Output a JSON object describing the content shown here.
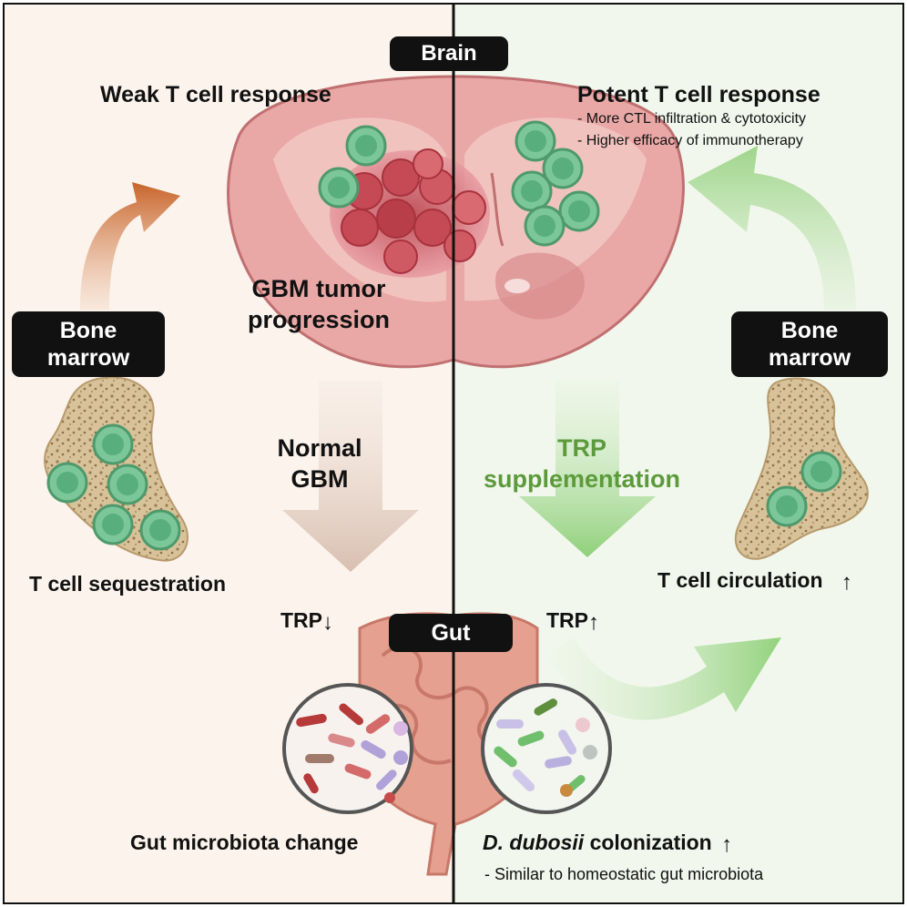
{
  "brain_label": "Brain",
  "gut_label": "Gut",
  "left": {
    "response_title": "Weak T cell response",
    "tumor_line1": "GBM tumor",
    "tumor_line2": "progression",
    "bone_line1": "Bone",
    "bone_line2": "marrow",
    "condition_line1": "Normal",
    "condition_line2": "GBM",
    "tcell_status": "T cell sequestration",
    "trp_label": "TRP",
    "trp_direction": "↓",
    "microbiota": "Gut microbiota change"
  },
  "right": {
    "response_title": "Potent T cell response",
    "bullet1": "- More CTL infiltration & cytotoxicity",
    "bullet2": "- Higher efficacy of immunotherapy",
    "bone_line1": "Bone",
    "bone_line2": "marrow",
    "condition_line1": "TRP",
    "condition_line2": "supplementation",
    "tcell_status": "T cell circulation",
    "tcell_direction": "↑",
    "trp_label": "TRP",
    "trp_direction": "↑",
    "colonization_species": "D. dubosii",
    "colonization_word": "colonization",
    "colonization_direction": "↑",
    "colonization_note": "- Similar to homeostatic gut microbiota"
  },
  "colors": {
    "left_background": "#fbf3ec",
    "right_background": "#f1f7ec",
    "tcell_green": "#7cc79a",
    "trp_green": "#5c9a3c",
    "left_arrow": "#c86a2e",
    "right_arrow": "#8fcf7a",
    "tumor_red": "#c9505a"
  }
}
